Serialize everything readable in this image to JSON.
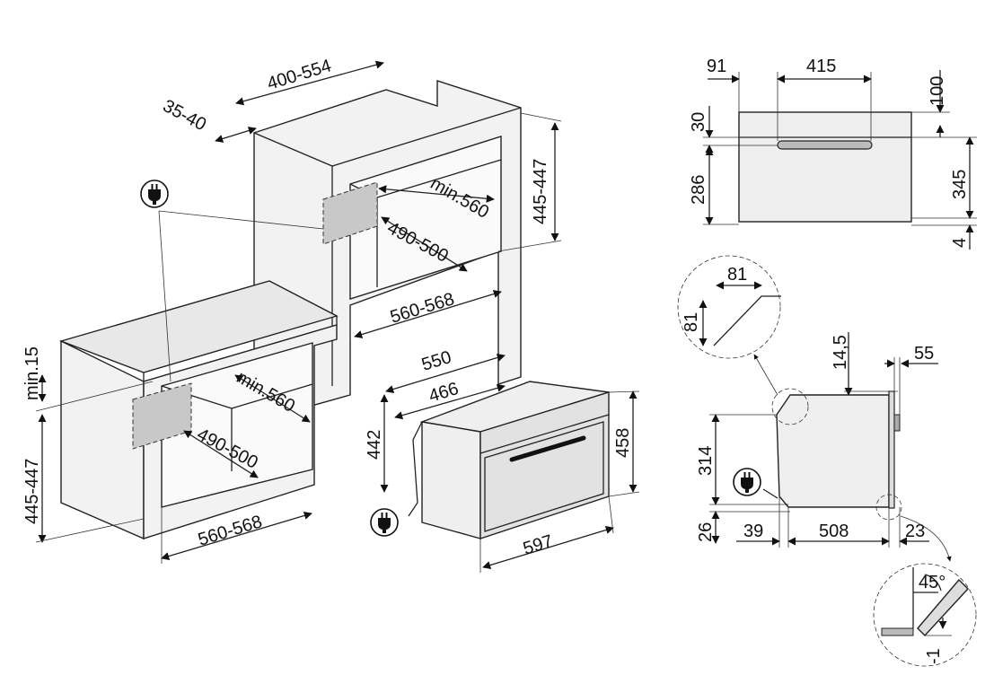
{
  "dimensions": {
    "d_400_554": "400-554",
    "d_35_40": "35-40",
    "d_445_447_top": "445-447",
    "d_min560_top": "min.560",
    "d_490_500_top": "490-500",
    "d_560_568_top": "560-568",
    "d_min15": "min.15",
    "d_445_447_left": "445-447",
    "d_min560_bottom": "min.560",
    "d_490_500_bottom": "490-500",
    "d_560_568_bottom": "560-568",
    "d_550": "550",
    "d_466": "466",
    "d_442": "442",
    "d_458": "458",
    "d_597": "597",
    "d_91": "91",
    "d_415": "415",
    "d_100": "100",
    "d_30": "30",
    "d_286": "286",
    "d_345": "345",
    "d_4": "4",
    "d_81_h": "81",
    "d_81_v": "81",
    "d_14_5": "14,5",
    "d_55": "55",
    "d_314": "314",
    "d_26": "26",
    "d_39": "39",
    "d_508": "508",
    "d_23": "23",
    "d_45deg": "45°",
    "d_minus1": "-1"
  },
  "icons": [
    "plug-icon"
  ],
  "colors": {
    "line": "#222222",
    "panel": "#c8c8c8",
    "background": "#ffffff"
  }
}
